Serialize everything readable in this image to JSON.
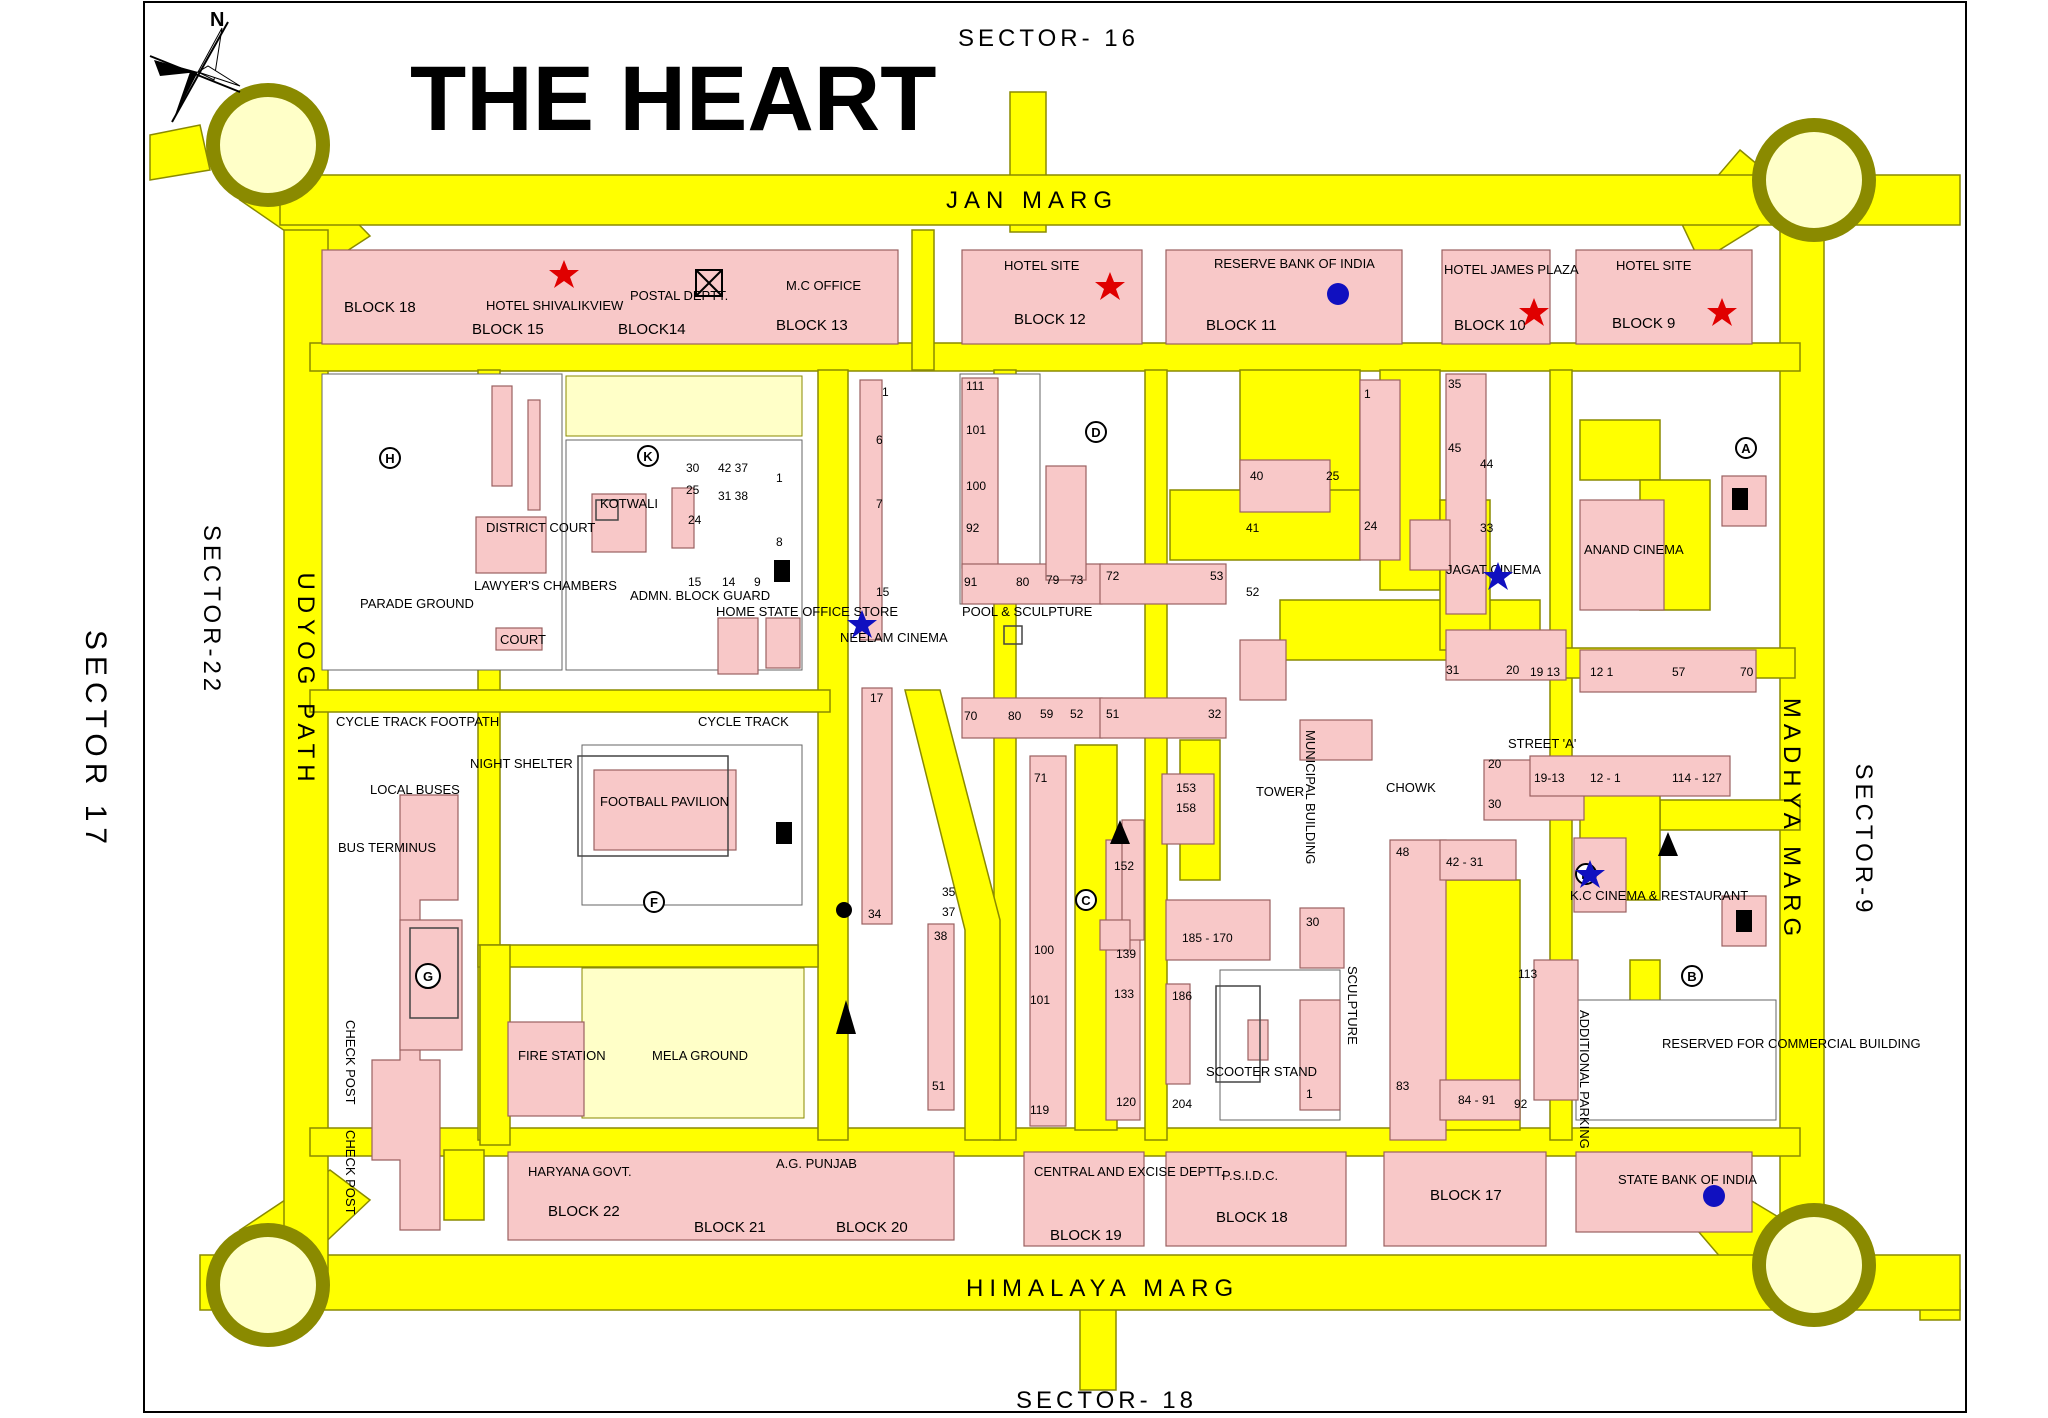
{
  "title": "THE HEART",
  "compass": {
    "label": "N",
    "icon": "north-arrow-icon"
  },
  "sectors": {
    "north": "SECTOR- 16",
    "south": "SECTOR- 18",
    "west_inner": "SECTOR-22",
    "west_outer": "SECTOR 17",
    "east": "SECTOR-9"
  },
  "roads": {
    "north": "JAN MARG",
    "south": "HIMALAYA MARG",
    "west": "UDYOG PATH",
    "east": "MADHYA MARG"
  },
  "colors": {
    "road": "#ffff00",
    "road_edge": "#8a8a00",
    "building": "#f8c8c8",
    "building_edge": "#9a6060",
    "open_ground": "#ffffc8",
    "roundabout": "#ffffc8",
    "star_red": "#e00000",
    "star_blue": "#1010c0"
  },
  "north_blocks": {
    "b18": "BLOCK 18",
    "hotel_shivalik": "HOTEL SHIVALIKVIEW",
    "b15": "BLOCK 15",
    "postal": "POSTAL DEPTT.",
    "b14": "BLOCK14",
    "mc_office": "M.C OFFICE",
    "b13": "BLOCK 13",
    "hotel_site_12": "HOTEL SITE",
    "b12": "BLOCK 12",
    "rbi": "RESERVE BANK OF INDIA",
    "b11": "BLOCK 11",
    "hotel_james": "HOTEL JAMES PLAZA",
    "b10": "BLOCK 10",
    "hotel_site_9": "HOTEL SITE",
    "b9": "BLOCK 9"
  },
  "south_blocks": {
    "haryana": "HARYANA GOVT.",
    "b22": "BLOCK 22",
    "ag_punjab": "A.G. PUNJAB",
    "b21": "BLOCK 21",
    "b20": "BLOCK 20",
    "central_excise": "CENTRAL AND EXCISE DEPTT.",
    "b19": "BLOCK 19",
    "psidc": "P.S.I.D.C.",
    "b18s": "BLOCK 18",
    "b17": "BLOCK 17",
    "sbi": "STATE BANK OF INDIA"
  },
  "places": {
    "parade_ground": "PARADE GROUND",
    "district_court": "DISTRICT COURT",
    "lawyers_chambers": "LAWYER'S CHAMBERS",
    "court": "COURT",
    "kotwali": "KOTWALI",
    "admin_block": "ADMN. BLOCK GUARD",
    "home_state": "HOME STATE OFFICE STORE",
    "neelam": "NEELAM CINEMA",
    "cycle_track_footpath": "CYCLE TRACK FOOTPATH",
    "cycle_track": "CYCLE TRACK",
    "night_shelter": "NIGHT SHELTER",
    "local_buses": "LOCAL BUSES",
    "bus_terminus": "BUS TERMINUS",
    "football_pavilion": "FOOTBALL PAVILION",
    "check_post_1": "CHECK POST",
    "check_post_2": "CHECK POST",
    "fire_station": "FIRE STATION",
    "mela_ground": "MELA GROUND",
    "pool_sculpture": "POOL & SCULPTURE",
    "tower": "TOWER",
    "municipal_building": "MUNICIPAL BUILDING",
    "chowk": "CHOWK",
    "sculpture": "SCULPTURE",
    "scooter_stand": "SCOOTER STAND",
    "jagat_cinema": "JAGAT CINEMA",
    "anand_cinema": "ANAND CINEMA",
    "street_a": "STREET 'A'",
    "kc_cinema": "K.C CINEMA & RESTAURANT",
    "additional_parking": "ADDITIONAL PARKING",
    "reserved_commercial": "RESERVED FOR COMMERCIAL BUILDING"
  },
  "circle_markers": [
    "H",
    "K",
    "D",
    "A",
    "F",
    "G",
    "C",
    "D",
    "B"
  ],
  "shop_numbers": {
    "n30": "30",
    "n25": "25",
    "n4237": "42 37",
    "n3138": "31 38",
    "n24": "24",
    "n15a": "15",
    "n14": "14",
    "n9": "9",
    "n1a": "1",
    "n8": "8",
    "n1b": "1",
    "n6": "6",
    "n7": "7",
    "n15b": "15",
    "n17": "17",
    "n34": "34",
    "n35": "35",
    "n37": "37",
    "n38": "38",
    "n51": "51",
    "n111": "111",
    "n101a": "101",
    "n100": "100",
    "n92": "92",
    "n91": "91",
    "n80": "80",
    "n79": "79",
    "n73": "73",
    "n72": "72",
    "n53": "53",
    "n70": "70",
    "n80b": "80",
    "n59": "59",
    "n52": "52",
    "n51b": "51",
    "n32": "32",
    "n71": "71",
    "n100b": "100",
    "n101b": "101",
    "n119": "119",
    "n152": "152",
    "n139": "139",
    "n133": "133",
    "n120": "120",
    "n153": "153",
    "n158": "158",
    "n185_170": "185 - 170",
    "n186": "186",
    "n204": "204",
    "n40": "40",
    "n25b": "25",
    "n41": "41",
    "n52b": "52",
    "n1c": "1",
    "n24b": "24",
    "n30b": "30",
    "n1d": "1",
    "n48": "48",
    "n83": "83",
    "n35b": "35",
    "n45": "45",
    "n44": "44",
    "n33": "33",
    "n31": "31",
    "n20": "20",
    "n19_13a": "19 13",
    "n12_1a": "12    1",
    "n57": "57",
    "n70b": "70",
    "n20b": "20",
    "n30c": "30",
    "n19_13b": "19-13",
    "n12_1b": "12  -  1",
    "n114_127": "114  -  127",
    "n42_31": "42  -  31",
    "n113": "113",
    "n84_91": "84 - 91",
    "n92b": "92"
  }
}
